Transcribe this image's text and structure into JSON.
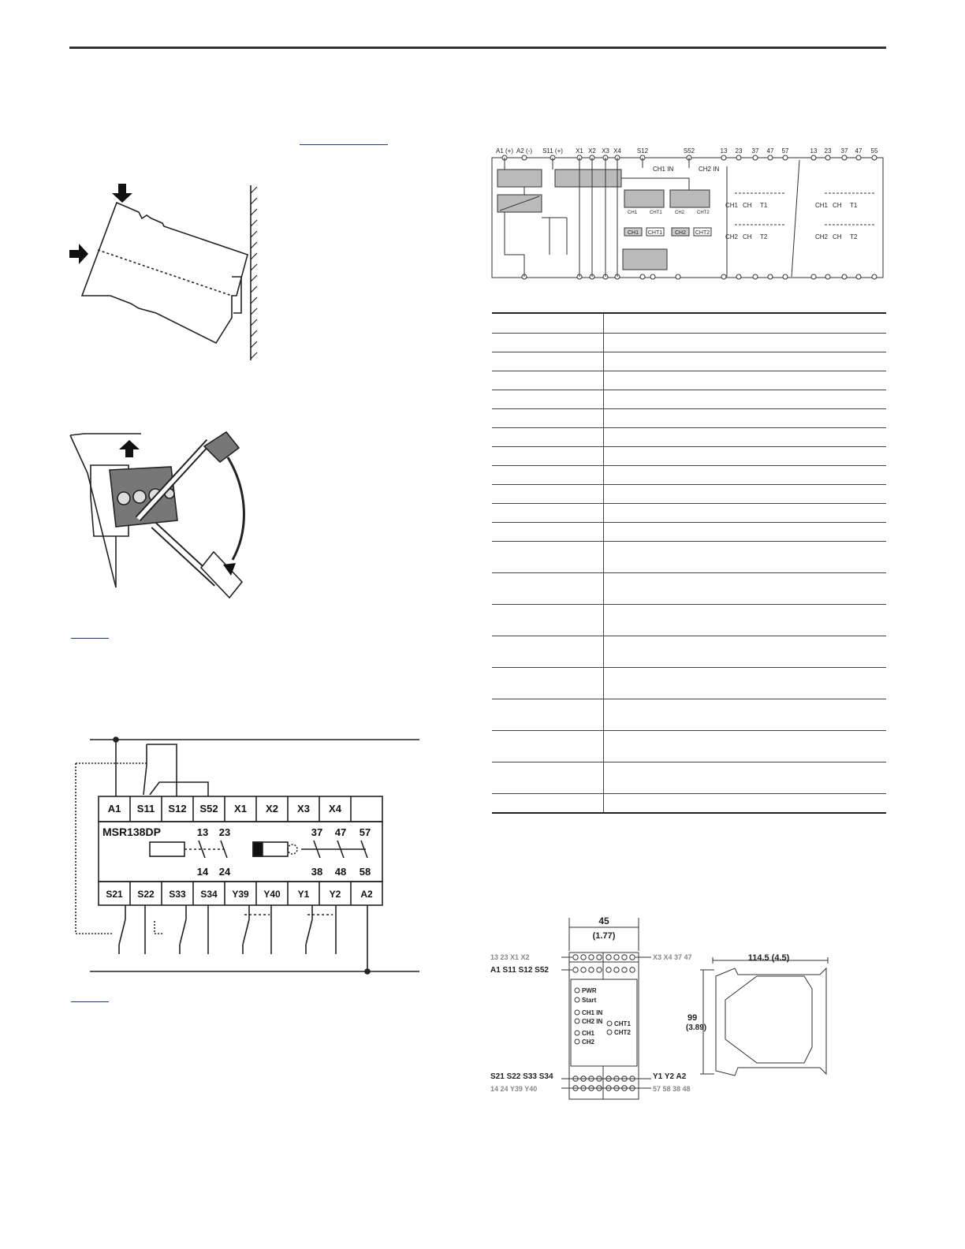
{
  "page": {
    "header_rule": true
  },
  "wiring": {
    "top_terminals": [
      "A1",
      "S11",
      "S12",
      "S52",
      "X1",
      "X2",
      "X3",
      "X4",
      ""
    ],
    "bottom_terminals": [
      "S21",
      "S22",
      "S33",
      "S34",
      "Y39",
      "Y40",
      "Y1",
      "Y2",
      "A2"
    ],
    "model": "MSR138DP",
    "contacts_top": [
      "13",
      "23",
      "37",
      "47",
      "57"
    ],
    "contacts_bottom": [
      "14",
      "24",
      "38",
      "48",
      "58"
    ]
  },
  "block_diagram": {
    "top_labels": [
      "A1 (+)",
      "A2 (-)",
      "S11 (+)",
      "X1",
      "X2",
      "X3",
      "X4",
      "S12",
      "S52",
      "13",
      "23",
      "37",
      "47",
      "57",
      "13",
      "23",
      "37",
      "47",
      "55"
    ],
    "led_labels": [
      "CH1 IN",
      "CH2 IN"
    ],
    "status_labels": [
      "CH1",
      "CHT1",
      "CH2",
      "CHT2"
    ],
    "led_small": [
      "CH1",
      "CHT1",
      "CH2",
      "CHT2"
    ],
    "contact_labels": [
      "CH1",
      "CH",
      "T1",
      "CH2",
      "CH",
      "T2"
    ]
  },
  "dimensions": {
    "width": "45",
    "width_in": "(1.77)",
    "depth": "114.5 (4.5)",
    "height": "99",
    "height_in": "(3.89)",
    "term_row1_left": "13 23 X1 X2",
    "term_row2_left": "A1 S11 S12 S52",
    "term_row1_right": "X3 X4 37 47",
    "term_row3_left": "S21 S22 S33 S34",
    "term_row4_left": "14 24 Y39 Y40",
    "term_row3_right": "Y1 Y2 A2",
    "term_row4_right": "57 58 38 48",
    "leds_left": [
      "PWR",
      "Start",
      "CH1 IN",
      "CH2 IN",
      "CH1",
      "CH2"
    ],
    "leds_right": [
      "CHT1",
      "CHT2"
    ]
  },
  "table": {
    "rows_single": 11,
    "rows_double": 8
  }
}
